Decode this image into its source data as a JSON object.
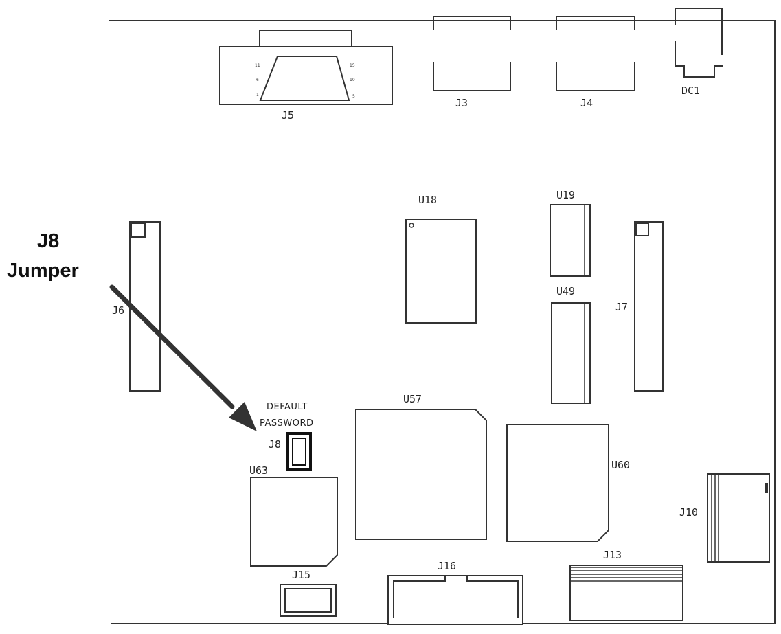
{
  "callout": {
    "line1": "J8",
    "line2": "Jumper"
  },
  "j8_caption": {
    "line1": "DEFAULT",
    "line2": "PASSWORD"
  },
  "j5_pins": {
    "p11": "11",
    "p15": "15",
    "p6": "6",
    "p10": "10",
    "p1": "1",
    "p5": "5"
  },
  "components": {
    "j5": "J5",
    "j3": "J3",
    "j4": "J4",
    "dc1": "DC1",
    "u18": "U18",
    "u19": "U19",
    "u49": "U49",
    "j6": "J6",
    "j7": "J7",
    "u57": "U57",
    "u60": "U60",
    "u63": "U63",
    "j8": "J8",
    "j10": "J10",
    "j13": "J13",
    "j15": "J15",
    "j16": "J16"
  }
}
